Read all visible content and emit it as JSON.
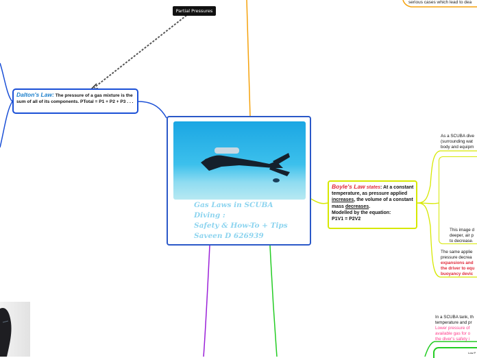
{
  "tooltip": "Partial Pressures",
  "top_right_text": "serious cases which lead to dea",
  "dalton": {
    "title": "Dalton's Law:",
    "text": "The pressure of a gas mixture is the sum of all of its components. PTotal = P1 + P2 + P3 . . ."
  },
  "central": {
    "title_line1": "Gas Laws in SCUBA",
    "title_line2": "Diving :",
    "title_line3": "Safety & How-To + Tips",
    "title_line4": "Saveen D 626939"
  },
  "boyle": {
    "title": "Boyle's Law",
    "states": "states",
    "t1": ": At a constant temperature,  as pressure applied ",
    "increases": "increases",
    "t2": ", the volume of a constant mass ",
    "decreases": "decreases",
    "t3": ".",
    "t4": "Modelled by the equation:",
    "t5": "P1V1 = P2V2"
  },
  "notes": {
    "n1_l1": "As a SCUBA dive",
    "n1_l2": "(surrounding wat",
    "n1_l3": "body and equipm",
    "n2_l1": "This image d",
    "n2_l2": "deeper, air p",
    "n2_l3": "to decrease.",
    "n3_l1": "The same applie",
    "n3_l2": "pressure decrea",
    "n3_l3": "expansions and",
    "n3_l4": "the driver to equ",
    "n3_l5": "buoyancy devic",
    "n4_l1": "In a SCUBA tank, th",
    "n4_l2": "temperature and pr",
    "n4_l3": "Lower pressure of",
    "n4_l4": "available gas for o",
    "n4_l5": "the diver's safety i",
    "n5": "Low P"
  },
  "colors": {
    "orange": "#f5a10a",
    "blue": "#1a4fd6",
    "yellow": "#d6e800",
    "green": "#22cc22",
    "purple": "#9a1fd8"
  }
}
